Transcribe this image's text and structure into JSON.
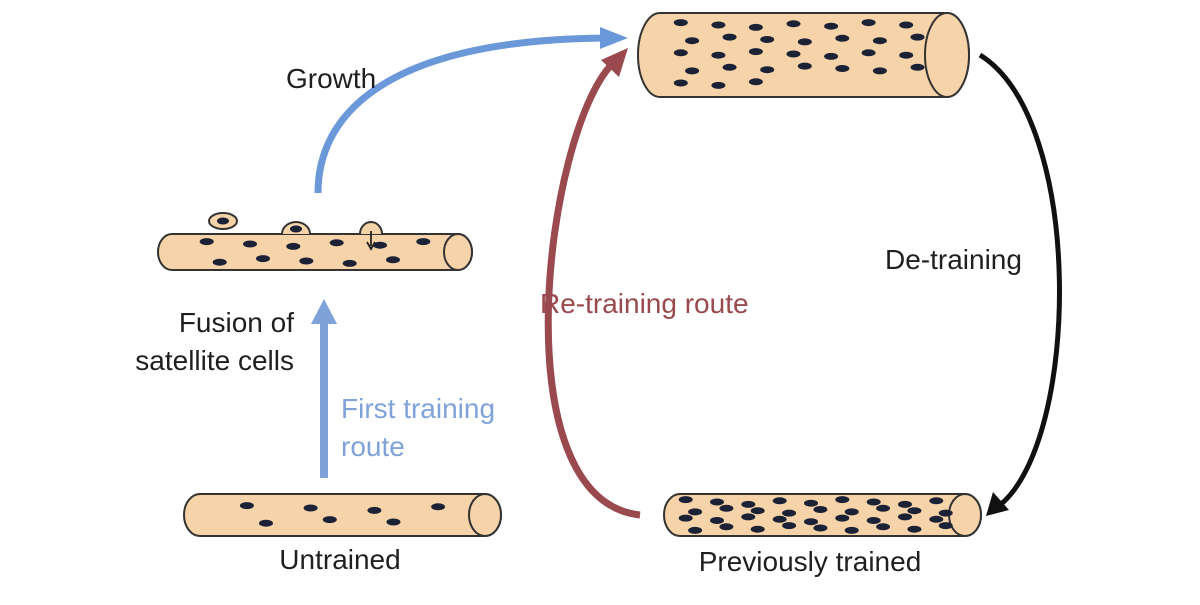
{
  "labels": {
    "growth": "Growth",
    "fusion_line1": "Fusion of",
    "fusion_line2": "satellite cells",
    "first_training_line1": "First training",
    "first_training_line2": "route",
    "untrained": "Untrained",
    "retraining": "Re-training route",
    "detraining": "De-training",
    "previously_trained": "Previously trained"
  },
  "colors": {
    "fiber_fill": "#f6d3a8",
    "fiber_stroke": "#333333",
    "nucleus": "#1c2236",
    "growth_arrow": "#6b98d8",
    "first_training_arrow": "#7fa3d9",
    "retraining_arrow": "#9a4a4e",
    "detraining_arrow": "#111111"
  },
  "nuclei_counts": {
    "untrained": 7,
    "fusion": 11,
    "previously_trained": 36,
    "trained_large": 31
  }
}
